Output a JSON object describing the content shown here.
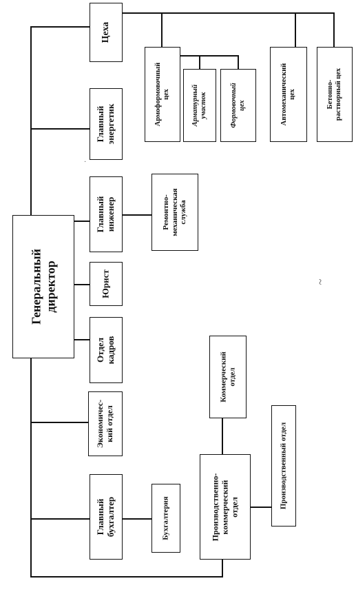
{
  "nodes": {
    "director": "Генеральный\nдиректор",
    "tseha": "Цеха",
    "energetik": "Главный\nэнергетик",
    "inzhener": "Главный\nинженер",
    "remont": "Ремонтно-\nмеханическая\nслужба",
    "yurist": "Юрист",
    "kadry": "Отдел\nкадров",
    "ekonom": "Экономичес-\nкий отдел",
    "buhgalter": "Главный\nбухгалтер",
    "buhgalteriya": "Бухгалтерия",
    "prodkom": "Производственно-\nкоммерческий\nотдел",
    "kommercheskiy": "Коммерческий\nотдел",
    "proizvodstvenny": "Производственный отдел",
    "armoform": "Армоформовочный\nцех",
    "armatur": "Арматурный\nучасток",
    "formov": "Формовочный\nцех",
    "avtomeh": "Автомеханический\nцех",
    "beton": "Бетонно-\nрастворный цех"
  }
}
